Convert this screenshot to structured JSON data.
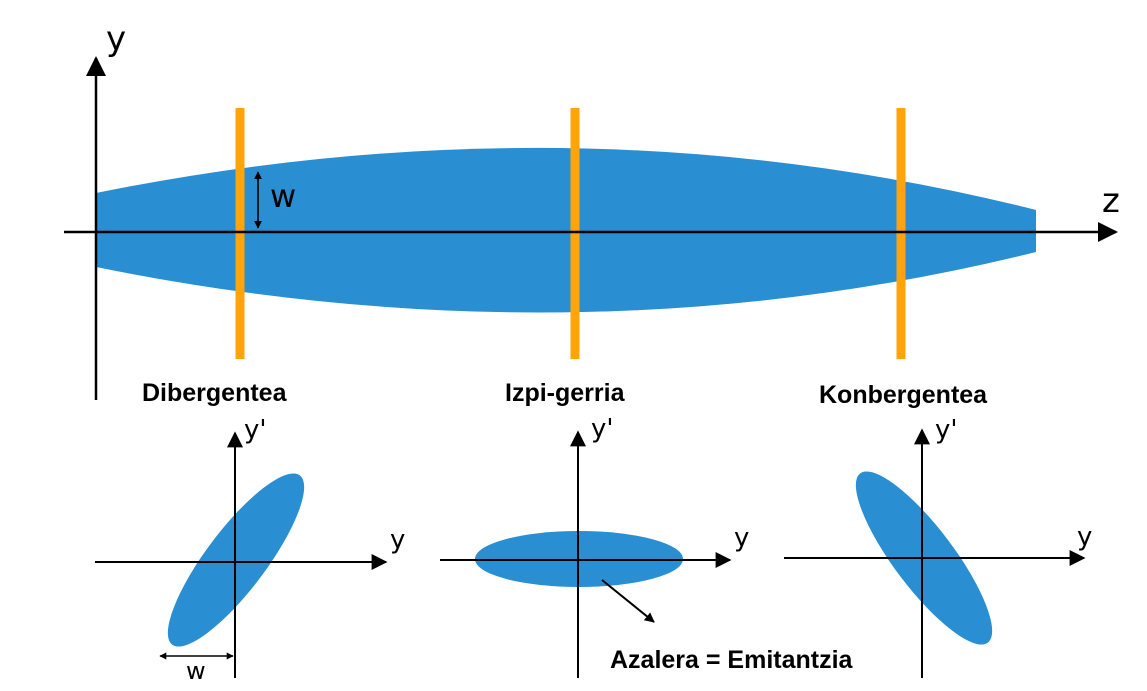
{
  "colors": {
    "beam": "#2a8fd2",
    "slice": "#ffa40a",
    "axis": "#000000"
  },
  "top": {
    "y_label": "y",
    "z_label": "z",
    "w_label": "w"
  },
  "sections": {
    "divergent": "Dibergentea",
    "waist": "Izpi-gerria",
    "convergent": "Konbergentea"
  },
  "phase_space": {
    "x_label": "y",
    "y_label": "y'",
    "w_label": "w"
  },
  "annotation": "Azalera = Emitantzia"
}
